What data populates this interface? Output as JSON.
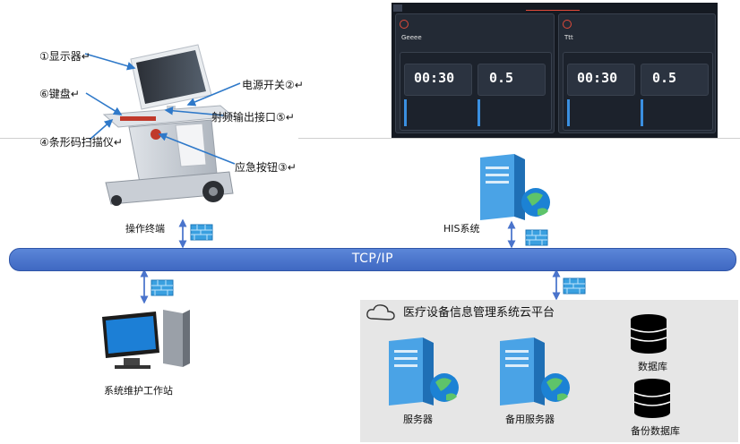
{
  "terminal_photo": {
    "callouts": [
      "①显示器↵",
      "⑥键盘↵",
      "④条形码扫描仪↵",
      "电源开关②↵",
      "射频输出接口⑤↵",
      "应急按钮③↵"
    ]
  },
  "labels": {
    "terminal": "操作终端",
    "his": "HIS系统",
    "network": "TCP/IP",
    "workstation": "系统维护工作站",
    "cloud_title": "医疗设备信息管理系统云平台",
    "server": "服务器",
    "backup_server": "备用服务器",
    "database": "数据库",
    "backup_database": "备份数据库"
  },
  "dashboard": {
    "patients": [
      {
        "name": "Geeee",
        "timer": "00:30",
        "value": "0.5"
      },
      {
        "name": "Ttt",
        "timer": "00:30",
        "value": "0.5"
      }
    ]
  },
  "colors": {
    "network_bar": "#4a74cc",
    "server": "#2f8fd6",
    "panel": "#e6e6e6",
    "dashboard_bg": "#151a22"
  }
}
